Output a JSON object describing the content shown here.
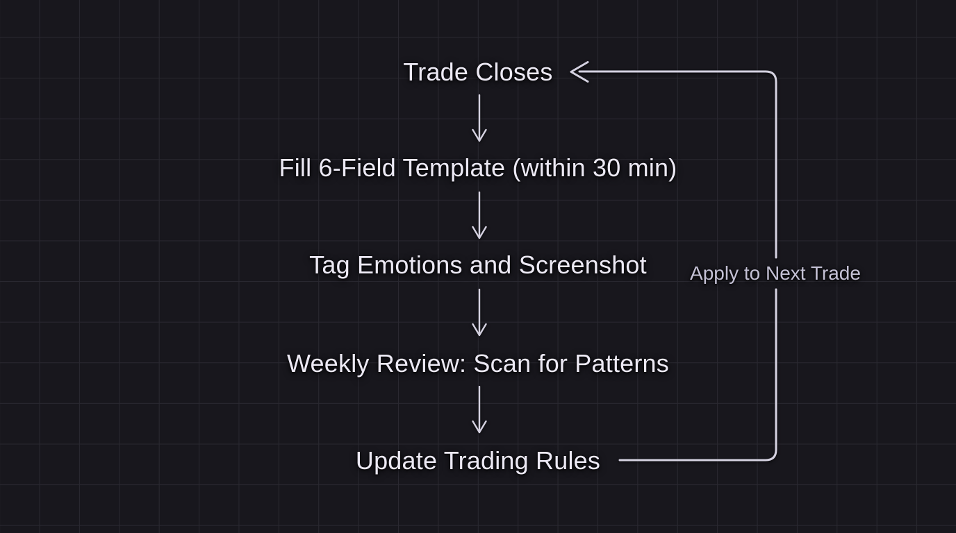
{
  "diagram": {
    "type": "flowchart",
    "nodes": [
      {
        "id": "trade-closes",
        "label": "Trade Closes"
      },
      {
        "id": "fill-template",
        "label": "Fill 6-Field Template (within 30 min)"
      },
      {
        "id": "tag-emotions",
        "label": "Tag Emotions and Screenshot"
      },
      {
        "id": "weekly-review",
        "label": "Weekly Review: Scan for Patterns"
      },
      {
        "id": "update-rules",
        "label": "Update Trading Rules"
      }
    ],
    "edges": [
      {
        "from": "trade-closes",
        "to": "fill-template",
        "label": ""
      },
      {
        "from": "fill-template",
        "to": "tag-emotions",
        "label": ""
      },
      {
        "from": "tag-emotions",
        "to": "weekly-review",
        "label": ""
      },
      {
        "from": "weekly-review",
        "to": "update-rules",
        "label": ""
      },
      {
        "from": "update-rules",
        "to": "trade-closes",
        "label": "Apply to Next Trade"
      }
    ],
    "colors": {
      "background": "#18171d",
      "grid_line": "#2a2931",
      "node_text": "#ece9f4",
      "arrow_line": "#d5d2e1",
      "feedback_label_text": "#c4c1d5"
    }
  }
}
